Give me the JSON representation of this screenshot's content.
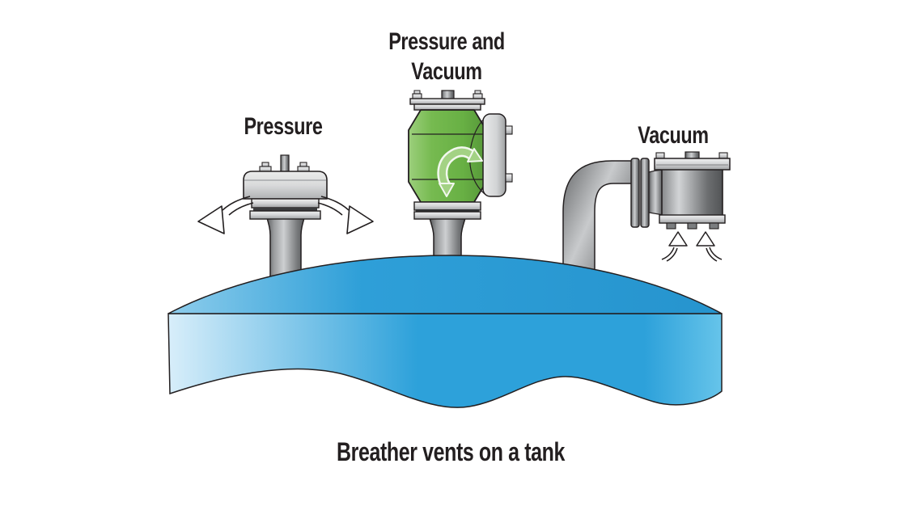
{
  "diagram": {
    "caption": "Breather vents on a tank",
    "background_color": "#ffffff",
    "text_color": "#231f20",
    "outline_color": "#231f20",
    "tank": {
      "fill_main": "#2da1da",
      "fill_light": "#d8eefa"
    },
    "vents": [
      {
        "id": "pressure",
        "label": "Pressure",
        "body_color": "#d6d7d9"
      },
      {
        "id": "pressure-and-vacuum",
        "label_lines": [
          "Pressure and",
          "Vacuum"
        ],
        "body_color": "#72b74c",
        "arrow_color": "#a3d284"
      },
      {
        "id": "vacuum",
        "label": "Vacuum",
        "body_color": "#9fa1a4"
      }
    ],
    "icons": {
      "pressure_left": "curved-outflow-arrow-left-icon",
      "pressure_right": "curved-outflow-arrow-right-icon",
      "pressure_vacuum": "two-way-flow-arrow-icon",
      "vacuum_left": "curved-inflow-arrow-up-icon",
      "vacuum_right": "curved-inflow-arrow-up-icon"
    }
  }
}
